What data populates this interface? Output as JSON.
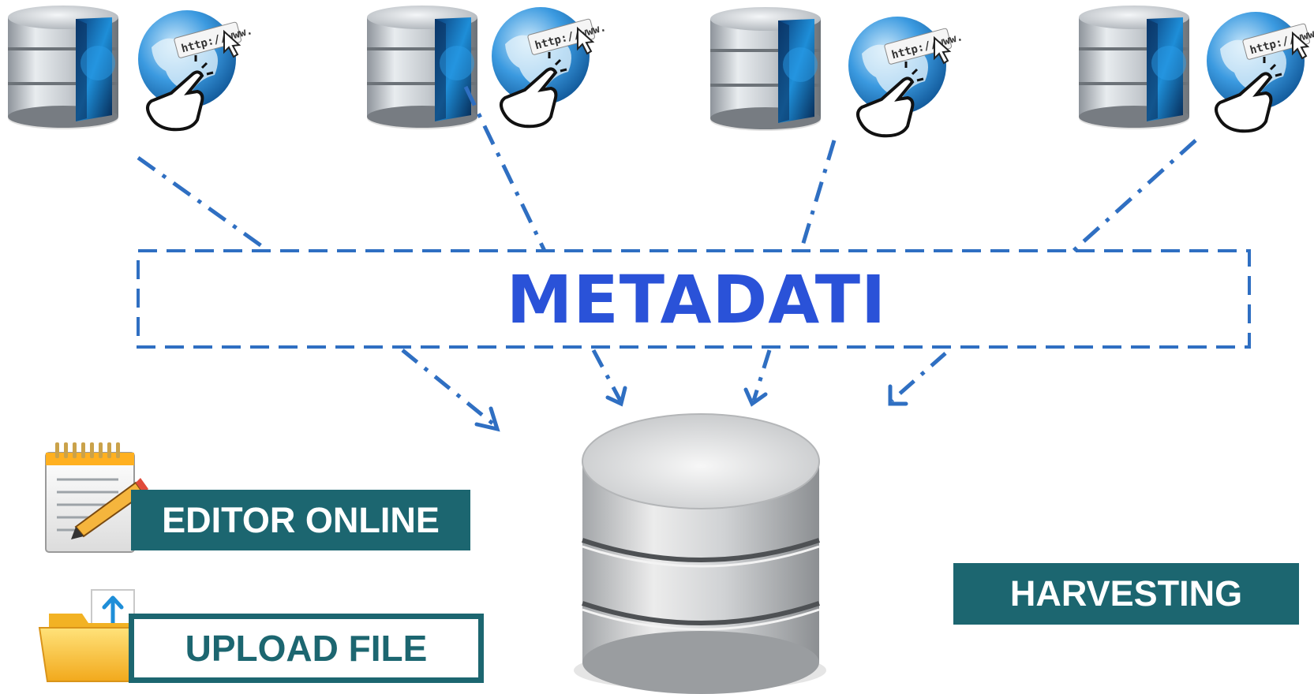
{
  "diagram": {
    "title": "METADATI",
    "labels": {
      "editor": "EDITOR ONLINE",
      "upload": "UPLOAD FILE",
      "harvesting": "HARVESTING"
    },
    "globe_text": "http://www.",
    "colors": {
      "title": "#2a52d8",
      "dashed_lines": "#2f6fc2",
      "label_fill": "#1c6670",
      "label_text_light": "#ffffff"
    },
    "icons": {
      "source_database": "database-globe-icon",
      "source_web": "globe-url-icon",
      "central_database": "database-icon",
      "editor": "notepad-pencil-icon",
      "upload": "folder-upload-icon"
    }
  }
}
